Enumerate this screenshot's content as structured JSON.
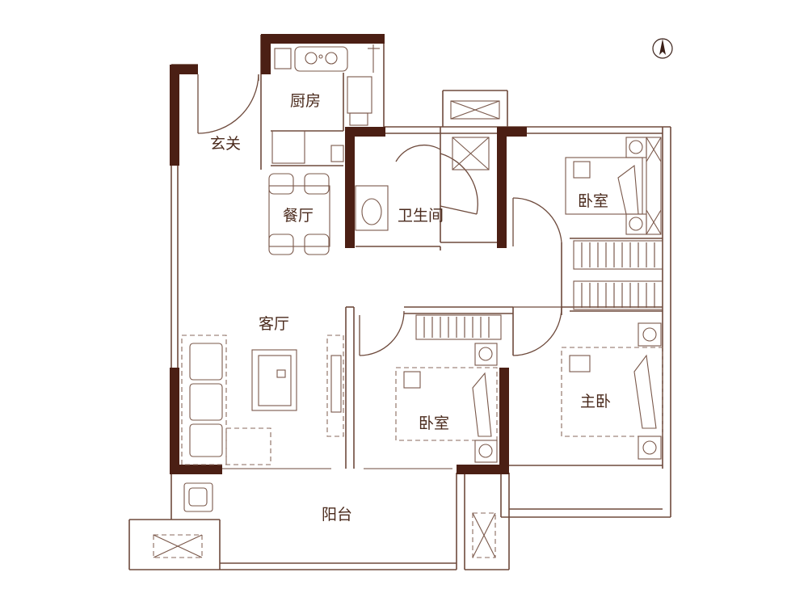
{
  "rooms": {
    "kitchen": "厨房",
    "entrance": "玄关",
    "dining": "餐厅",
    "bathroom": "卫生间",
    "bedroom_top": "卧室",
    "living": "客厅",
    "bedroom_middle": "卧室",
    "master_bedroom": "主卧",
    "balcony": "阳台"
  },
  "compass": {
    "letter": "N",
    "icon": "north-arrow-icon"
  },
  "colors": {
    "wall": "#4b1f14",
    "line": "#6e4a3c",
    "background": "#ffffff"
  }
}
